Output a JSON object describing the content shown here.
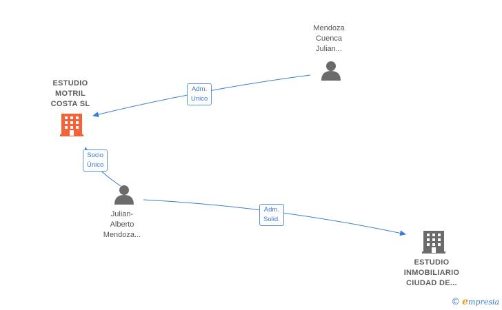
{
  "nodes": {
    "estudio_motril": {
      "label": "ESTUDIO\nMOTRIL\nCOSTA  SL",
      "type": "company",
      "color": "#f4623a"
    },
    "mendoza_cuenca": {
      "label": "Mendoza\nCuenca\nJulian...",
      "type": "person",
      "color": "#6b6b6b"
    },
    "julian_alberto": {
      "label": "Julian-\nAlberto\nMendoza...",
      "type": "person",
      "color": "#6b6b6b"
    },
    "estudio_inmobiliario": {
      "label": "ESTUDIO\nINMOBILIARIO\nCIUDAD DE...",
      "type": "company",
      "color": "#6b6b6b"
    }
  },
  "edges": {
    "adm_unico": {
      "label": "Adm.\nUnico",
      "from": "mendoza_cuenca",
      "to": "estudio_motril"
    },
    "socio_unico": {
      "label": "Socio\nÚnico",
      "from": "julian_alberto",
      "to": "estudio_motril"
    },
    "adm_solid": {
      "label": "Adm.\nSolid.",
      "from": "julian_alberto",
      "to": "estudio_inmobiliario"
    }
  },
  "colors": {
    "edge": "#3a7dd6",
    "accent_company": "#f4623a",
    "neutral_icon": "#6b6b6b"
  },
  "brand": {
    "copyright": "©",
    "e": "e",
    "name": "mpresia"
  }
}
